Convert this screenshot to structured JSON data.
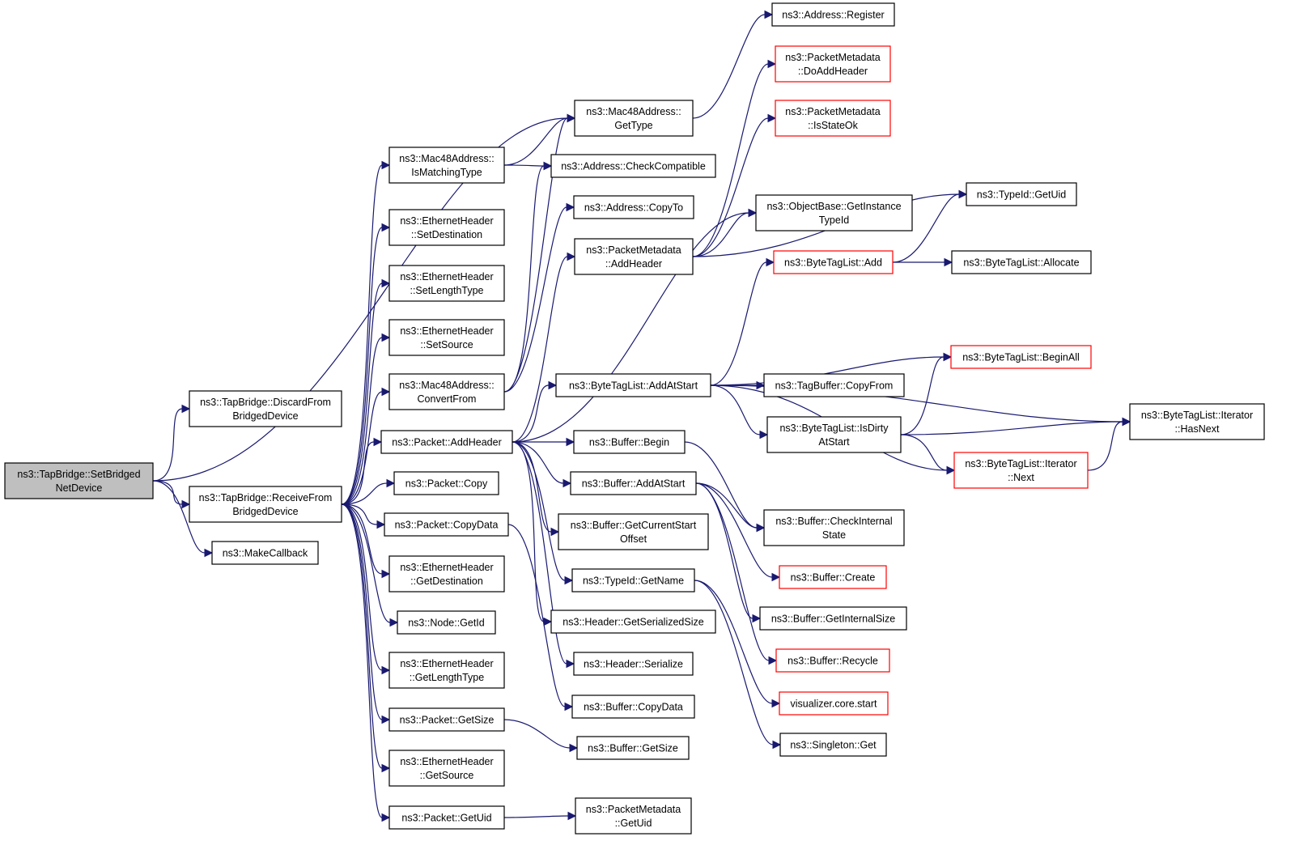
{
  "diagram": {
    "type": "call-graph",
    "colors": {
      "edge": "#191970",
      "normal_border": "#000000",
      "highlight_border": "#ff0000",
      "root_fill": "#bfbfbf"
    },
    "nodes": [
      {
        "id": "n0",
        "lines": [
          "ns3::TapBridge::SetBridged",
          "NetDevice"
        ],
        "style": "root"
      },
      {
        "id": "n1",
        "lines": [
          "ns3::TapBridge::DiscardFrom",
          "BridgedDevice"
        ],
        "style": "normal"
      },
      {
        "id": "n2",
        "lines": [
          "ns3::TapBridge::ReceiveFrom",
          "BridgedDevice"
        ],
        "style": "normal"
      },
      {
        "id": "n3",
        "lines": [
          "ns3::MakeCallback"
        ],
        "style": "normal"
      },
      {
        "id": "n4",
        "lines": [
          "ns3::Mac48Address::",
          "IsMatchingType"
        ],
        "style": "normal"
      },
      {
        "id": "n5",
        "lines": [
          "ns3::EthernetHeader",
          "::SetDestination"
        ],
        "style": "normal"
      },
      {
        "id": "n6",
        "lines": [
          "ns3::EthernetHeader",
          "::SetLengthType"
        ],
        "style": "normal"
      },
      {
        "id": "n7",
        "lines": [
          "ns3::EthernetHeader",
          "::SetSource"
        ],
        "style": "normal"
      },
      {
        "id": "n8",
        "lines": [
          "ns3::Mac48Address::",
          "ConvertFrom"
        ],
        "style": "normal"
      },
      {
        "id": "n9",
        "lines": [
          "ns3::Packet::AddHeader"
        ],
        "style": "normal"
      },
      {
        "id": "n10",
        "lines": [
          "ns3::Packet::Copy"
        ],
        "style": "normal"
      },
      {
        "id": "n11",
        "lines": [
          "ns3::Packet::CopyData"
        ],
        "style": "normal"
      },
      {
        "id": "n12",
        "lines": [
          "ns3::EthernetHeader",
          "::GetDestination"
        ],
        "style": "normal"
      },
      {
        "id": "n13",
        "lines": [
          "ns3::Node::GetId"
        ],
        "style": "normal"
      },
      {
        "id": "n14",
        "lines": [
          "ns3::EthernetHeader",
          "::GetLengthType"
        ],
        "style": "normal"
      },
      {
        "id": "n15",
        "lines": [
          "ns3::Packet::GetSize"
        ],
        "style": "normal"
      },
      {
        "id": "n16",
        "lines": [
          "ns3::EthernetHeader",
          "::GetSource"
        ],
        "style": "normal"
      },
      {
        "id": "n17",
        "lines": [
          "ns3::Packet::GetUid"
        ],
        "style": "normal"
      },
      {
        "id": "n18",
        "lines": [
          "ns3::Mac48Address::",
          "GetType"
        ],
        "style": "normal"
      },
      {
        "id": "n19",
        "lines": [
          "ns3::Address::CheckCompatible"
        ],
        "style": "normal"
      },
      {
        "id": "n20",
        "lines": [
          "ns3::Address::CopyTo"
        ],
        "style": "normal"
      },
      {
        "id": "n21",
        "lines": [
          "ns3::PacketMetadata",
          "::AddHeader"
        ],
        "style": "normal"
      },
      {
        "id": "n22",
        "lines": [
          "ns3::ByteTagList::AddAtStart"
        ],
        "style": "normal"
      },
      {
        "id": "n23",
        "lines": [
          "ns3::Buffer::Begin"
        ],
        "style": "normal"
      },
      {
        "id": "n24",
        "lines": [
          "ns3::Buffer::AddAtStart"
        ],
        "style": "normal"
      },
      {
        "id": "n25",
        "lines": [
          "ns3::Buffer::GetCurrentStart",
          "Offset"
        ],
        "style": "normal"
      },
      {
        "id": "n26",
        "lines": [
          "ns3::TypeId::GetName"
        ],
        "style": "normal"
      },
      {
        "id": "n27",
        "lines": [
          "ns3::Header::GetSerializedSize"
        ],
        "style": "normal"
      },
      {
        "id": "n28",
        "lines": [
          "ns3::Header::Serialize"
        ],
        "style": "normal"
      },
      {
        "id": "n29",
        "lines": [
          "ns3::Buffer::CopyData"
        ],
        "style": "normal"
      },
      {
        "id": "n30",
        "lines": [
          "ns3::Buffer::GetSize"
        ],
        "style": "normal"
      },
      {
        "id": "n31",
        "lines": [
          "ns3::PacketMetadata",
          "::GetUid"
        ],
        "style": "normal"
      },
      {
        "id": "n32",
        "lines": [
          "ns3::Address::Register"
        ],
        "style": "normal"
      },
      {
        "id": "n33",
        "lines": [
          "ns3::PacketMetadata",
          "::DoAddHeader"
        ],
        "style": "red"
      },
      {
        "id": "n34",
        "lines": [
          "ns3::PacketMetadata",
          "::IsStateOk"
        ],
        "style": "red"
      },
      {
        "id": "n35",
        "lines": [
          "ns3::ObjectBase::GetInstance",
          "TypeId"
        ],
        "style": "normal"
      },
      {
        "id": "n36",
        "lines": [
          "ns3::ByteTagList::Add"
        ],
        "style": "red"
      },
      {
        "id": "n37",
        "lines": [
          "ns3::TagBuffer::CopyFrom"
        ],
        "style": "normal"
      },
      {
        "id": "n38",
        "lines": [
          "ns3::ByteTagList::IsDirty",
          "AtStart"
        ],
        "style": "normal"
      },
      {
        "id": "n39",
        "lines": [
          "ns3::Buffer::CheckInternal",
          "State"
        ],
        "style": "normal"
      },
      {
        "id": "n40",
        "lines": [
          "ns3::Buffer::Create"
        ],
        "style": "red"
      },
      {
        "id": "n41",
        "lines": [
          "ns3::Buffer::GetInternalSize"
        ],
        "style": "normal"
      },
      {
        "id": "n42",
        "lines": [
          "ns3::Buffer::Recycle"
        ],
        "style": "red"
      },
      {
        "id": "n43",
        "lines": [
          "visualizer.core.start"
        ],
        "style": "red"
      },
      {
        "id": "n44",
        "lines": [
          "ns3::Singleton::Get"
        ],
        "style": "normal"
      },
      {
        "id": "n45",
        "lines": [
          "ns3::TypeId::GetUid"
        ],
        "style": "normal"
      },
      {
        "id": "n46",
        "lines": [
          "ns3::ByteTagList::Allocate"
        ],
        "style": "normal"
      },
      {
        "id": "n47",
        "lines": [
          "ns3::ByteTagList::BeginAll"
        ],
        "style": "red"
      },
      {
        "id": "n48",
        "lines": [
          "ns3::ByteTagList::Iterator",
          "::Next"
        ],
        "style": "red"
      },
      {
        "id": "n49",
        "lines": [
          "ns3::ByteTagList::Iterator",
          "::HasNext"
        ],
        "style": "normal"
      }
    ]
  }
}
